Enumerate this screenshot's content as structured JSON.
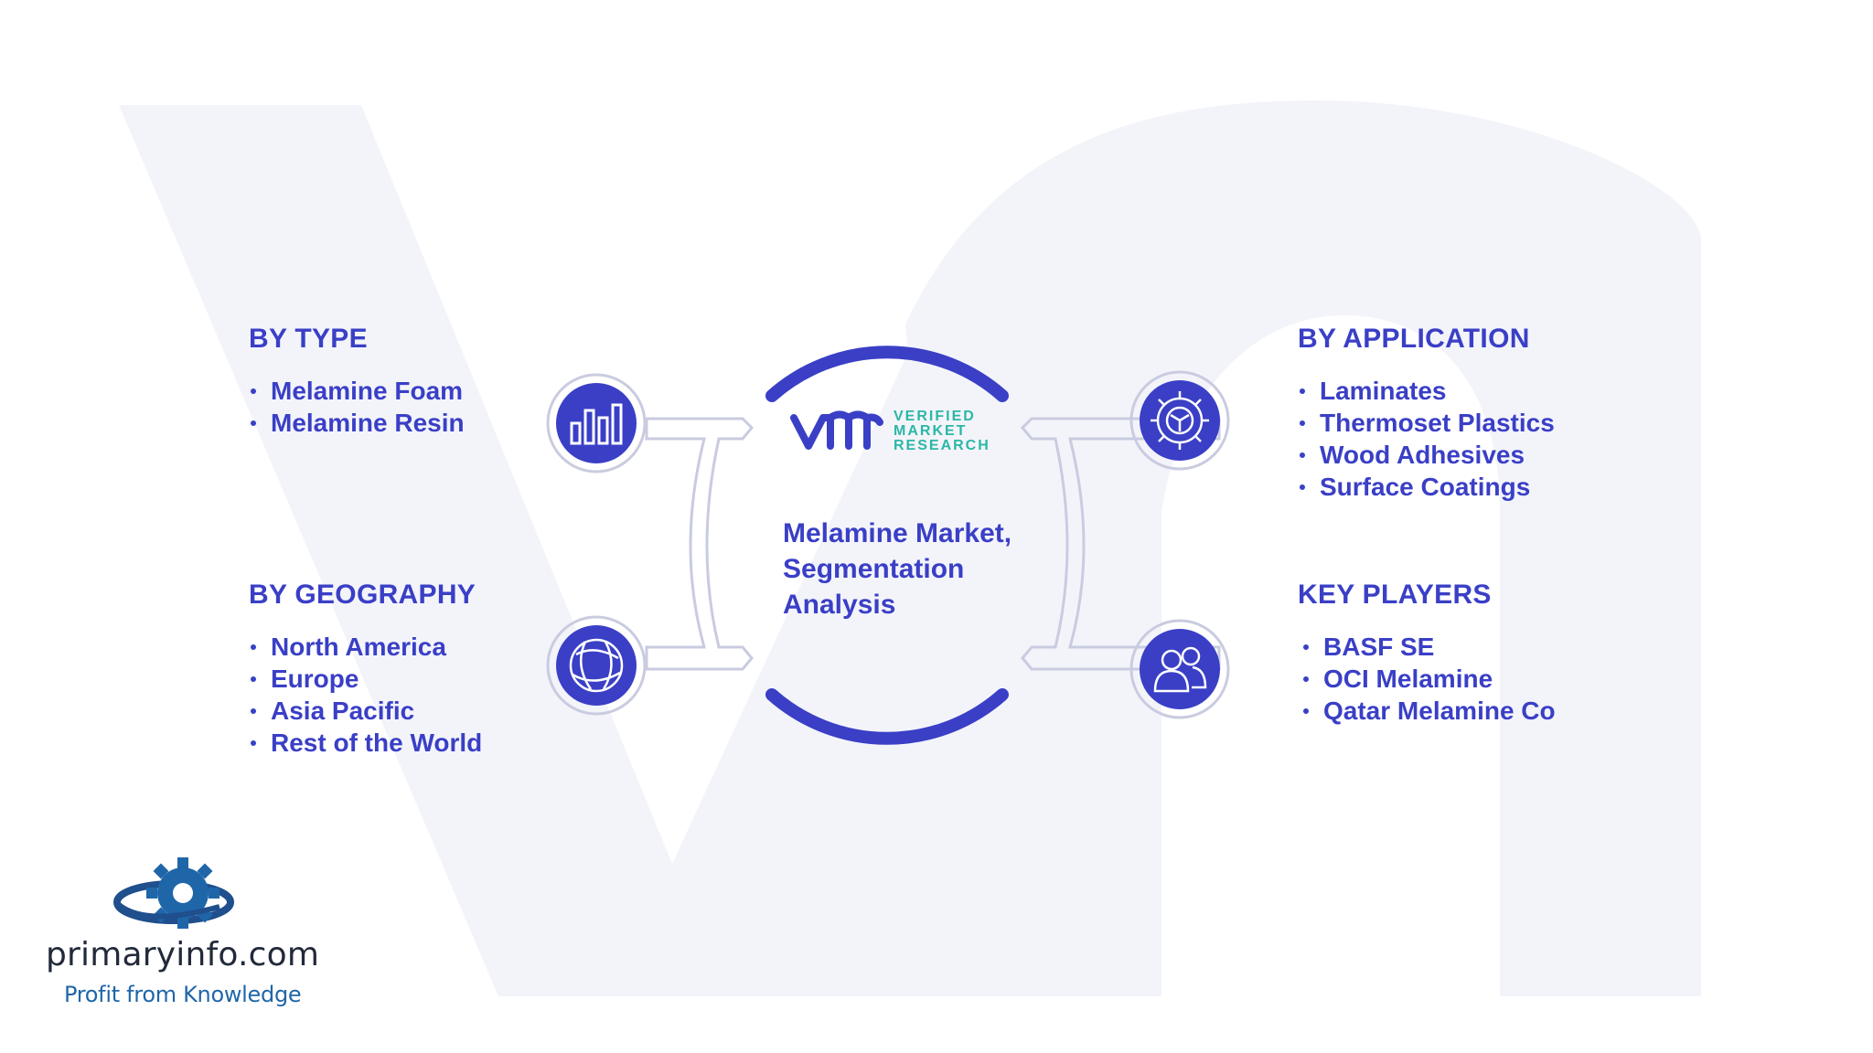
{
  "center": {
    "brand_mark": "vmr",
    "brand_lines": [
      "VERIFIED",
      "MARKET",
      "RESEARCH"
    ],
    "title_lines": [
      "Melamine Market,",
      "Segmentation",
      "Analysis"
    ]
  },
  "segments": {
    "type": {
      "title": "BY TYPE",
      "icon": "bar-chart-icon",
      "items": [
        "Melamine Foam",
        "Melamine Resin"
      ]
    },
    "geography": {
      "title": "BY GEOGRAPHY",
      "icon": "globe-icon",
      "items": [
        "North America",
        "Europe",
        "Asia Pacific",
        "Rest of the World"
      ]
    },
    "application": {
      "title": "BY APPLICATION",
      "icon": "gear-icon",
      "items": [
        "Laminates",
        "Thermoset Plastics",
        "Wood Adhesives",
        "Surface Coatings"
      ]
    },
    "players": {
      "title": "KEY PLAYERS",
      "icon": "users-icon",
      "items": [
        "BASF SE",
        "OCI Melamine",
        "Qatar Melamine Co"
      ]
    }
  },
  "footer": {
    "site": "primaryinfo.com",
    "tagline": "Profit from Knowledge"
  },
  "colors": {
    "primary": "#3a3fc6",
    "accent": "#2bb7a6",
    "watermark": "#f3f4fa",
    "footer_text": "#222a3a",
    "footer_tagline": "#1f66a9"
  }
}
